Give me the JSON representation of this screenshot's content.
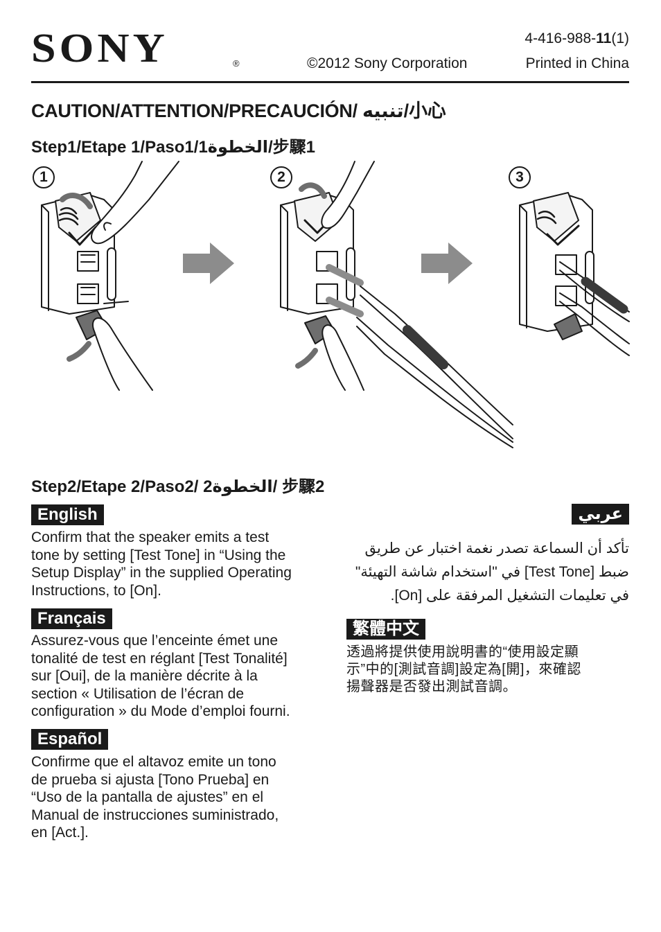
{
  "header": {
    "brand": "SONY",
    "registered_mark": "®",
    "part_number_prefix": "4-416-988-",
    "part_number_bold": "11",
    "part_number_suffix": "(1)",
    "copyright": "©2012 Sony Corporation",
    "printed": "Printed in China"
  },
  "caution_title": "CAUTION/ATTENTION/PRECAUCIÓN/ تنبيه/小心",
  "step1": {
    "title": "Step1/Etape 1/Paso1/1الخطوة/步驟1",
    "markers": [
      "1",
      "2",
      "3"
    ]
  },
  "step2": {
    "title": "Step2/Etape 2/Paso2/ 2الخطوة/ 步驟2"
  },
  "sections": {
    "english": {
      "label": "English",
      "lines": [
        "Confirm that the speaker emits a test",
        "tone by setting [Test Tone] in “Using the",
        "Setup Display” in the supplied Operating",
        "Instructions, to [On]."
      ]
    },
    "francais": {
      "label": "Français",
      "lines": [
        "Assurez-vous que l’enceinte émet une",
        "tonalité de test en réglant [Test Tonalité]",
        "sur [Oui], de la manière décrite à la",
        "section « Utilisation de l’écran de",
        "configuration » du Mode d’emploi fourni."
      ]
    },
    "espanol": {
      "label": "Español",
      "lines": [
        "Confirme que el altavoz emite un tono",
        "de prueba si ajusta [Tono Prueba] en",
        "“Uso de la pantalla de ajustes” en el",
        "Manual de instrucciones suministrado,",
        "en [Act.]."
      ]
    },
    "arabic": {
      "label": "عربي",
      "lines": [
        "تأكد أن السماعة تصدر نغمة اختبار عن طريق",
        "ضبط [Test Tone] في \"استخدام شاشة التهيئة\"",
        "في تعليمات التشغيل المرفقة على [On]."
      ]
    },
    "chinese": {
      "label": "繁體中文",
      "lines": [
        "透過將提供使用說明書的“使用設定顯",
        "示”中的[測試音調]設定為[開]，來確認",
        "揚聲器是否發出測試音調。"
      ]
    }
  },
  "colors": {
    "ink": "#1a1a1a",
    "arrow_gray": "#8c8c8c",
    "lever_gray": "#6e6e6e",
    "wire_band": "#3a3a3a"
  }
}
